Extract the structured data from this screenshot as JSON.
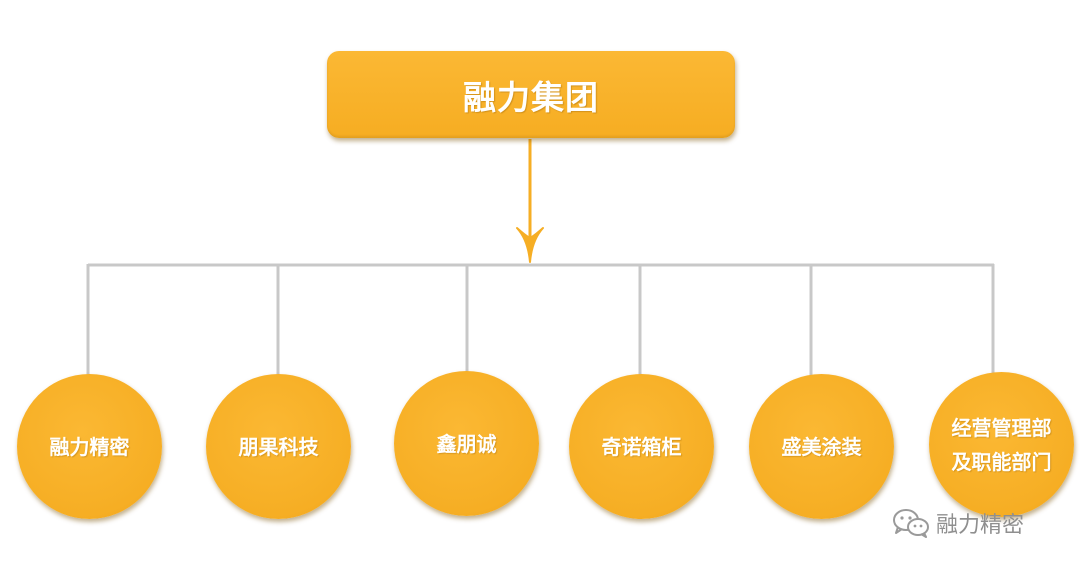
{
  "root": {
    "label": "融力集团"
  },
  "children": [
    {
      "label": "融力精密"
    },
    {
      "label": "朋果科技"
    },
    {
      "label": "鑫朋诚"
    },
    {
      "label": "奇诺箱柜"
    },
    {
      "label": "盛美涂装"
    },
    {
      "label_line1": "经营管理部",
      "label_line2": "及职能部门"
    }
  ],
  "watermark": {
    "icon": "wechat-icon",
    "text": "融力精密"
  },
  "colors": {
    "node_fill": "#f7b02a",
    "connector": "#c8c8c8",
    "arrow": "#f6ae24",
    "text": "#ffffff"
  }
}
